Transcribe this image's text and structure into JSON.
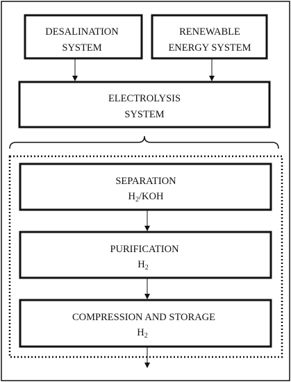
{
  "colors": {
    "stroke": "#111111",
    "background": "#ffffff"
  },
  "boxes": {
    "desalination": {
      "line1": "DESALINATION",
      "line2": "SYSTEM"
    },
    "renewable": {
      "line1": "RENEWABLE",
      "line2": "ENERGY SYSTEM"
    },
    "electrolysis": {
      "line1": "ELECTROLYSIS",
      "line2": "SYSTEM"
    },
    "separation": {
      "line1": "SEPARATION",
      "line2_main1": "H",
      "line2_sub": "2",
      "line2_main2": "/KOH"
    },
    "purification": {
      "line1": "PURIFICATION",
      "line2_main": "H",
      "line2_sub": "2"
    },
    "compression": {
      "line1": "COMPRESSION AND STORAGE",
      "line2_main": "H",
      "line2_sub": "2"
    }
  }
}
